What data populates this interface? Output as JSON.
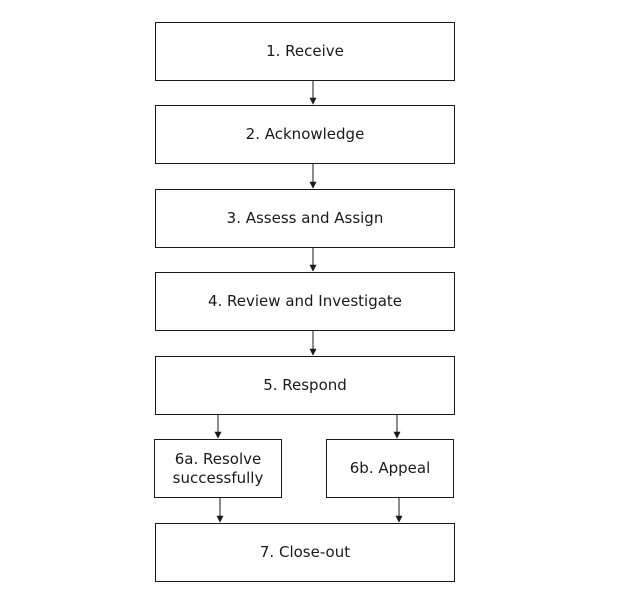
{
  "diagram": {
    "type": "flowchart",
    "steps": {
      "receive": "1.   Receive",
      "acknowledge": "2.   Acknowledge",
      "assess": "3.   Assess and Assign",
      "review": "4.   Review and Investigate",
      "respond": "5.   Respond",
      "resolve": "6a. Resolve\nsuccessfully",
      "appeal": "6b. Appeal",
      "closeout": "7.   Close-out"
    },
    "edges": [
      [
        "receive",
        "acknowledge"
      ],
      [
        "acknowledge",
        "assess"
      ],
      [
        "assess",
        "review"
      ],
      [
        "review",
        "respond"
      ],
      [
        "respond",
        "resolve"
      ],
      [
        "respond",
        "appeal"
      ],
      [
        "resolve",
        "closeout"
      ],
      [
        "appeal",
        "closeout"
      ]
    ],
    "colors": {
      "stroke": "#1a1a1a",
      "background": "#ffffff"
    }
  }
}
